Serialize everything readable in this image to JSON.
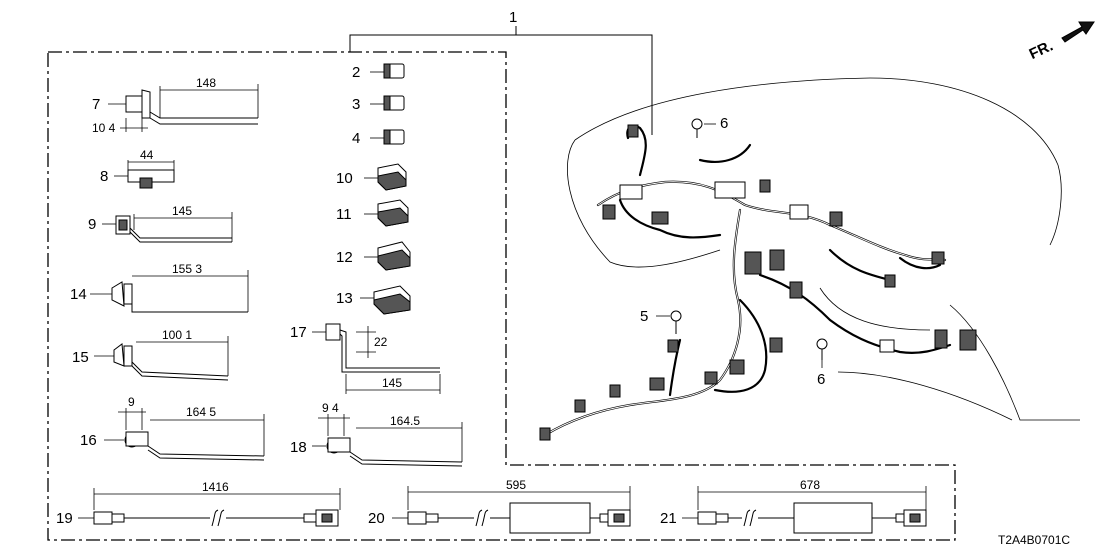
{
  "diagram": {
    "assembly_callout": "1",
    "fuse_callouts": [
      "2",
      "3",
      "4"
    ],
    "relay_callouts": [
      "10",
      "11",
      "12",
      "13"
    ],
    "bolt_callouts": [
      "5",
      "6",
      "6"
    ],
    "part_callouts": {
      "p7": "7",
      "p8": "8",
      "p9": "9",
      "p14": "14",
      "p15": "15",
      "p16": "16",
      "p17": "17",
      "p18": "18",
      "p19": "19",
      "p20": "20",
      "p21": "21"
    },
    "dimensions": {
      "p7_length": "148",
      "p7_offset": "10 4",
      "p8_length": "44",
      "p9_length": "145",
      "p14_length": "155 3",
      "p15_length": "100 1",
      "p16_offset": "9",
      "p16_length": "164 5",
      "p17_height": "22",
      "p17_length": "145",
      "p18_offset": "9 4",
      "p18_length": "164.5",
      "p19_length": "1416",
      "p20_length": "595",
      "p21_length": "678"
    },
    "front_label": "FR.",
    "diagram_code": "T2A4B0701C"
  }
}
